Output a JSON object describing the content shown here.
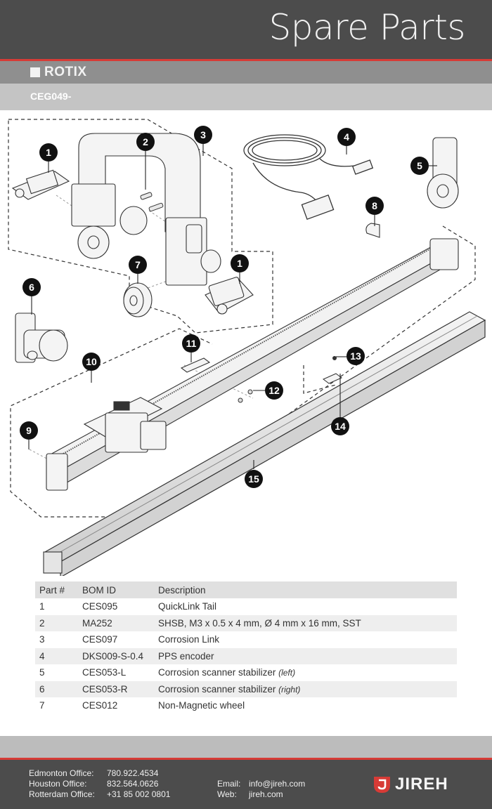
{
  "header": {
    "title": "Spare Parts",
    "brand": "ROTIX",
    "model": "CEG049-"
  },
  "callouts": [
    "1",
    "2",
    "3",
    "4",
    "5",
    "6",
    "7",
    "8",
    "9",
    "10",
    "11",
    "12",
    "13",
    "14",
    "15"
  ],
  "table": {
    "headers": [
      "Part #",
      "BOM ID",
      "Description"
    ],
    "rows": [
      {
        "part": "1",
        "bom": "CES095",
        "desc": "QuickLink Tail",
        "note": ""
      },
      {
        "part": "2",
        "bom": "MA252",
        "desc": "SHSB, M3 x 0.5 x 4 mm, Ø 4 mm x 16 mm, SST",
        "note": ""
      },
      {
        "part": "3",
        "bom": "CES097",
        "desc": "Corrosion Link",
        "note": ""
      },
      {
        "part": "4",
        "bom": "DKS009-S-0.4",
        "desc": "PPS encoder",
        "note": ""
      },
      {
        "part": "5",
        "bom": "CES053-L",
        "desc": "Corrosion scanner stabilizer ",
        "note": "(left)"
      },
      {
        "part": "6",
        "bom": "CES053-R",
        "desc": "Corrosion scanner stabilizer ",
        "note": "(right)"
      },
      {
        "part": "7",
        "bom": "CES012",
        "desc": "Non-Magnetic wheel",
        "note": ""
      }
    ]
  },
  "footer": {
    "offices": [
      {
        "name": "Edmonton Office:",
        "phone": "780.922.4534"
      },
      {
        "name": "Houston Office:",
        "phone": "832.564.0626"
      },
      {
        "name": "Rotterdam Office:",
        "phone": "+31 85 002 0801"
      }
    ],
    "email_label": "Email:",
    "email": "info@jireh.com",
    "web_label": "Web:",
    "web": "jireh.com",
    "logo": "JIREH"
  },
  "colors": {
    "header_dark": "#4c4c4c",
    "accent_red": "#d73b36",
    "brand_bar": "#8f8f8f",
    "model_bar": "#c4c4c4"
  },
  "icons": [
    "jireh-logo-icon"
  ]
}
